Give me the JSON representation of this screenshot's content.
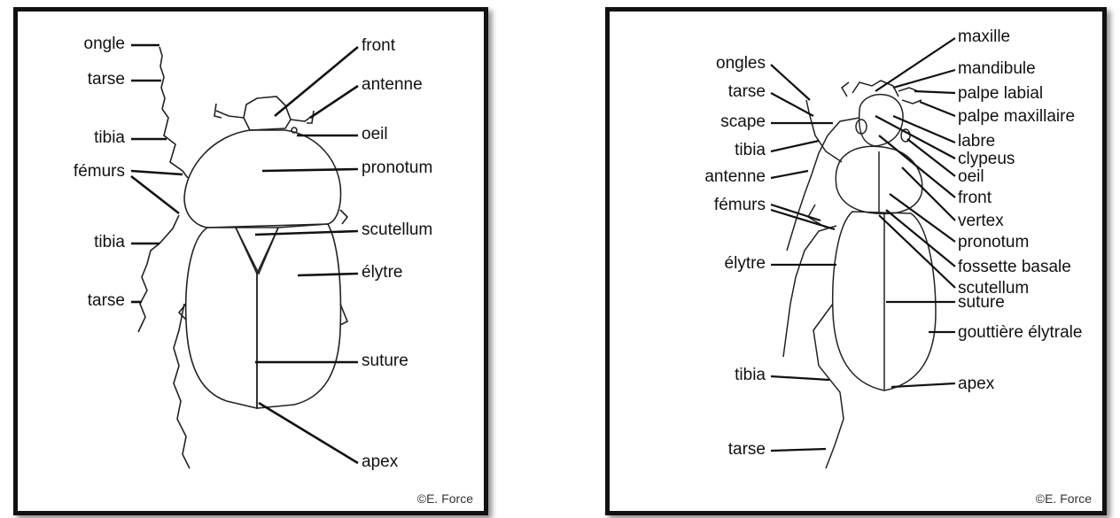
{
  "left_diagram": {
    "labels": {
      "ongle": "ongle",
      "tarse_top": "tarse",
      "tibia_top": "tibia",
      "femurs": "fémurs",
      "tibia_bottom": "tibia",
      "tarse_bottom": "tarse",
      "front": "front",
      "antenne": "antenne",
      "oeil": "oeil",
      "pronotum": "pronotum",
      "scutellum": "scutellum",
      "elytre": "élytre",
      "suture": "suture",
      "apex": "apex"
    },
    "credit": "©E. Force"
  },
  "right_diagram": {
    "labels": {
      "ongles": "ongles",
      "tarse_top": "tarse",
      "scape": "scape",
      "tibia_top": "tibia",
      "antenne": "antenne",
      "femurs": "fémurs",
      "elytre": "élytre",
      "tibia_bottom": "tibia",
      "tarse_bottom": "tarse",
      "maxille": "maxille",
      "mandibule": "mandibule",
      "palpe_labial": "palpe labial",
      "palpe_maxillaire": "palpe maxillaire",
      "labre": "labre",
      "clypeus": "clypeus",
      "oeil": "oeil",
      "front": "front",
      "vertex": "vertex",
      "pronotum": "pronotum",
      "fossette_basale": "fossette basale",
      "scutellum": "scutellum",
      "suture": "suture",
      "gouttiere_elytrale": "gouttière élytrale",
      "apex": "apex"
    },
    "credit": "©E. Force"
  }
}
